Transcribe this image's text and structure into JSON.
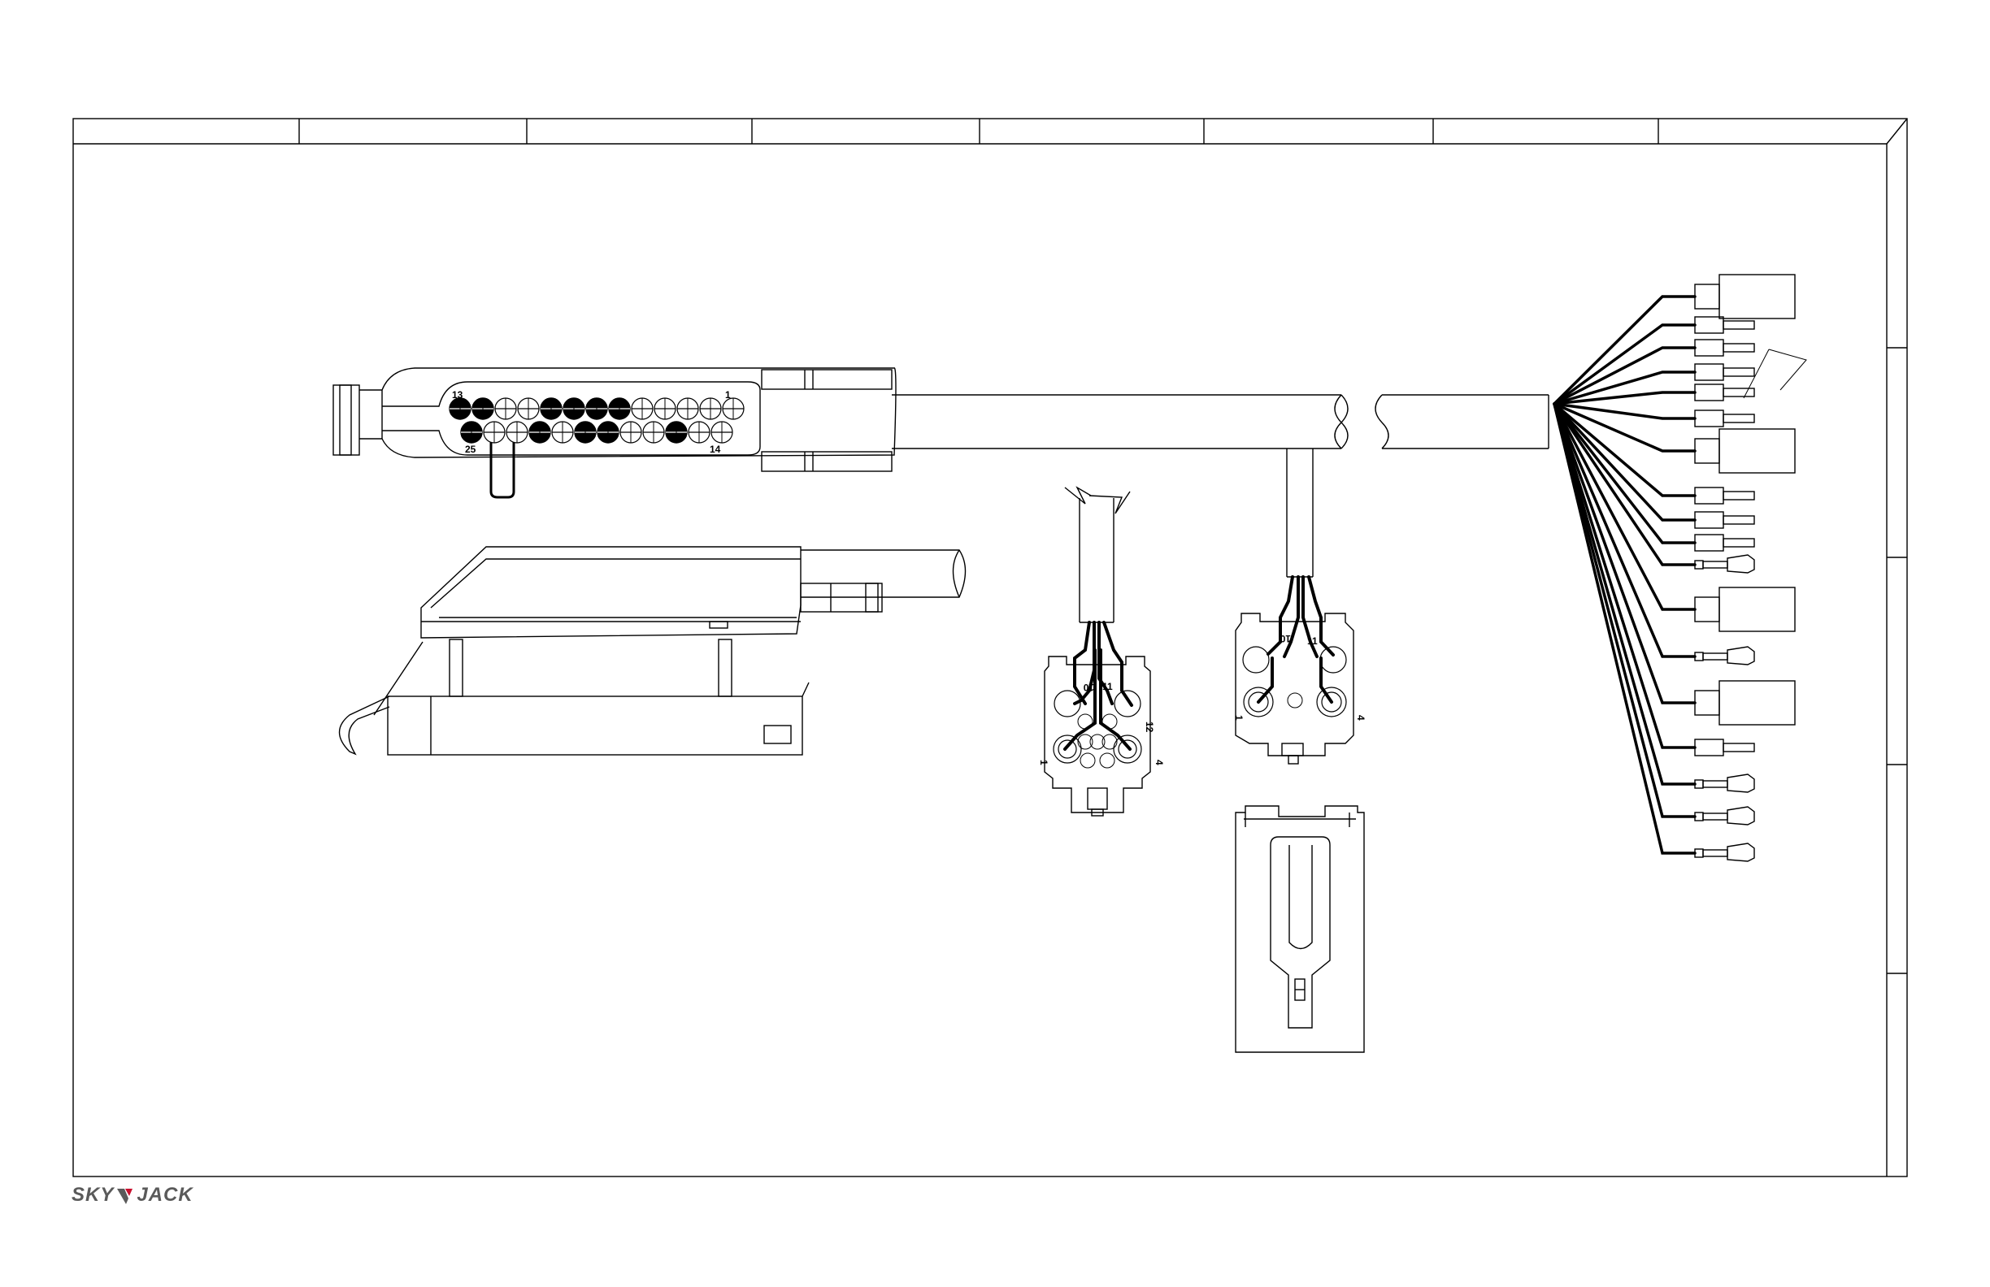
{
  "brand": {
    "logo_part1": "SKY",
    "logo_part2": "JACK",
    "logo_text": "SKYJACK",
    "accent_color": "#c8102e",
    "text_color": "#5a5a5a"
  },
  "connector_25pin": {
    "pin_label_13": "13",
    "pin_label_1": "1",
    "pin_label_25": "25",
    "pin_label_14": "14",
    "top_row_pins": [
      1,
      1,
      0,
      0,
      1,
      1,
      1,
      1,
      0,
      0,
      0,
      0,
      0
    ],
    "bottom_row_pins": [
      1,
      0,
      0,
      1,
      0,
      1,
      1,
      0,
      0,
      1,
      0,
      0
    ]
  },
  "connector_12pin": {
    "label_10": "10",
    "label_11": "11",
    "label_12": "12",
    "label_1": "1",
    "label_4": "4"
  },
  "connector_4pin": {
    "label_10": "10",
    "label_11": "11",
    "label_1": "1",
    "label_4": "4"
  },
  "harness": {
    "terminal_types": [
      "large",
      "small",
      "small",
      "small",
      "small",
      "small",
      "large",
      "small",
      "small",
      "small",
      "clip",
      "large",
      "clip",
      "large",
      "small",
      "clip",
      "clip",
      "clip"
    ]
  },
  "title_block": {
    "header_cells": 8
  }
}
